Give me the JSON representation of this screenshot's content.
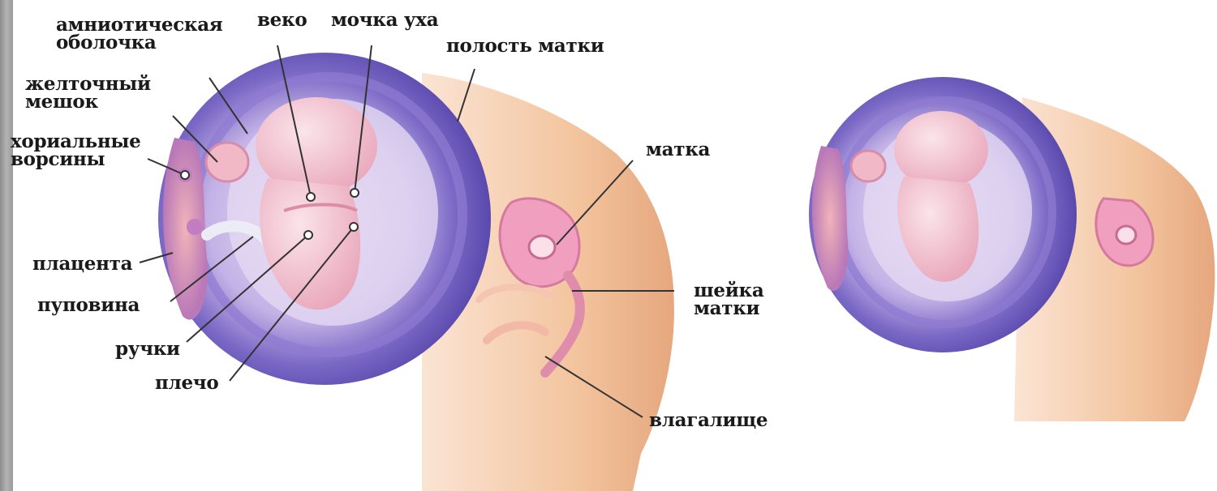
{
  "labels": {
    "amnion": [
      "амниотическая",
      "оболочка"
    ],
    "eyelid": "веко",
    "earlobe": "мочка уха",
    "cavity": "полость матки",
    "yolk": [
      "желточный",
      "мешок"
    ],
    "chorion": [
      "хориальные",
      "ворсины"
    ],
    "uterus": "матка",
    "placenta": "плацента",
    "umbilical": "пуповина",
    "cervix": [
      "шейка",
      "матки"
    ],
    "arms": "ручки",
    "shoulder": "плечо",
    "vagina": "влагалище"
  },
  "colors": {
    "sac_outer": "#6a58b8",
    "sac_inner": "#d7c9ee",
    "embryo": "#f2c2cf",
    "skin": "#f4cba7",
    "uterus_pink": "#e98fb1",
    "background": "#ffffff"
  }
}
